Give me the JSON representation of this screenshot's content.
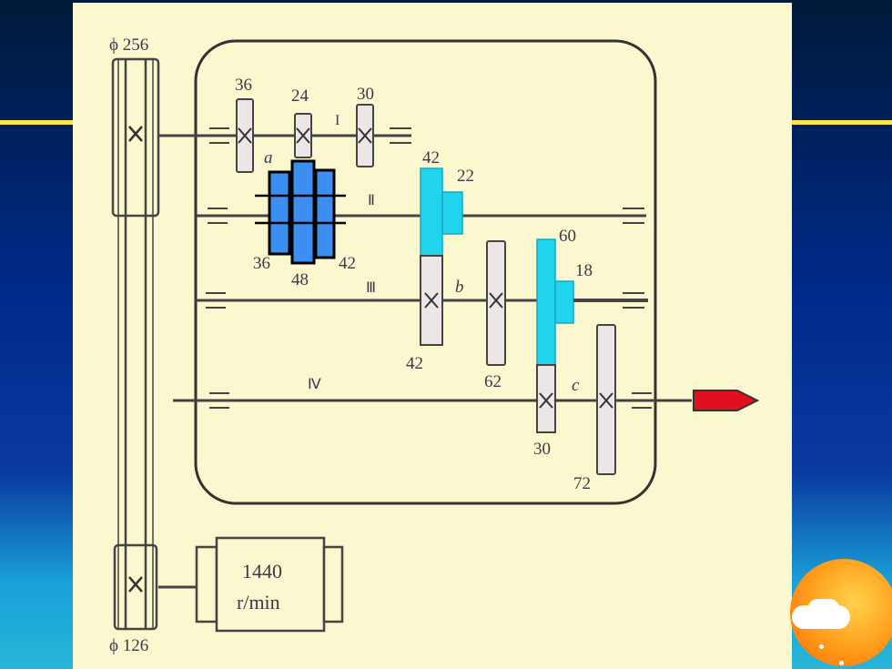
{
  "diagram": {
    "pulleys": {
      "top": "ϕ 256",
      "bottom": "ϕ 126"
    },
    "motor": {
      "speed": "1440",
      "unit": "r/min"
    },
    "shafts": {
      "I": "I",
      "II": "Ⅱ",
      "III": "Ⅲ",
      "IV": "Ⅳ"
    },
    "gear_labels": {
      "g36_top": "36",
      "g24_top": "24",
      "g30_top": "30",
      "g42_ii": "42",
      "g22_ii": "22",
      "g36_block": "36",
      "g48_block": "48",
      "g42_block": "42",
      "g60": "60",
      "g18": "18",
      "g42_iii": "42",
      "g62": "62",
      "g30_iv": "30",
      "g72": "72"
    },
    "pair_labels": {
      "a": "a",
      "b": "b",
      "c": "c"
    }
  },
  "colors": {
    "highlight_blue": "#3a8ff0",
    "highlight_cyan": "#1fd4ec",
    "output_red": "#e01020"
  }
}
